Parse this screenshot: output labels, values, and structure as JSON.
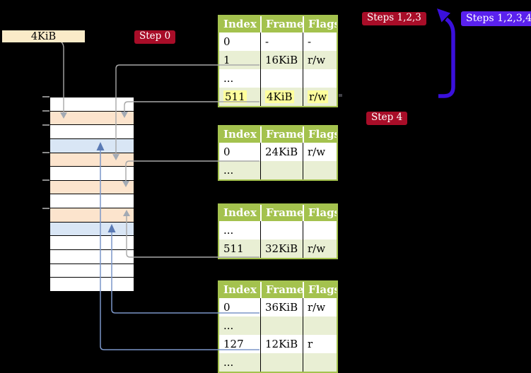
{
  "page_size_label": "4KiB",
  "annotations": {
    "step0": "Step 0",
    "steps_123": "Steps 1,2,3",
    "steps_1234": "Steps 1,2,3,4",
    "step4": "Step 4"
  },
  "column_headers": [
    "Index",
    "Frame",
    "Flags"
  ],
  "tables": [
    {
      "rows": [
        {
          "cells": [
            "0",
            "-",
            "-"
          ],
          "highlight": false
        },
        {
          "cells": [
            "1",
            "16KiB",
            "r/w"
          ],
          "highlight": false
        },
        {
          "cells": [
            "...",
            "",
            ""
          ],
          "highlight": false
        },
        {
          "cells": [
            "511",
            "4KiB",
            "r/w"
          ],
          "highlight": true
        }
      ]
    },
    {
      "rows": [
        {
          "cells": [
            "0",
            "24KiB",
            "r/w"
          ],
          "highlight": false
        },
        {
          "cells": [
            "...",
            "",
            ""
          ],
          "highlight": false
        }
      ]
    },
    {
      "rows": [
        {
          "cells": [
            "...",
            "",
            ""
          ],
          "highlight": false
        },
        {
          "cells": [
            "511",
            "32KiB",
            "r/w"
          ],
          "highlight": false
        }
      ]
    },
    {
      "rows": [
        {
          "cells": [
            "0",
            "36KiB",
            "r/w"
          ],
          "highlight": false
        },
        {
          "cells": [
            "...",
            "",
            ""
          ],
          "highlight": false
        },
        {
          "cells": [
            "127",
            "12KiB",
            "r"
          ],
          "highlight": false
        },
        {
          "cells": [
            "...",
            "",
            ""
          ],
          "highlight": false
        }
      ]
    }
  ],
  "memory_column": {
    "rows": [
      "white",
      "orange",
      "white",
      "blue",
      "orange",
      "white",
      "orange",
      "white",
      "orange",
      "blue",
      "white",
      "white",
      "white",
      "white"
    ]
  },
  "colors": {
    "background": "#000000",
    "table_header_green": "#a4c24e",
    "table_row_green": "#e9efd4",
    "highlight_yellow": "#feff9c",
    "memory_orange": "#fce4cd",
    "memory_blue": "#d9e6f5",
    "step_badge_red": "#a80d28",
    "steps_badge_blue": "#5a21ee",
    "arrow_gray": "#a8a8a8",
    "arrow_blue": "#7b96c8",
    "big_arrow_blue": "#3a10dc",
    "page_label_bg": "#faebc8"
  }
}
